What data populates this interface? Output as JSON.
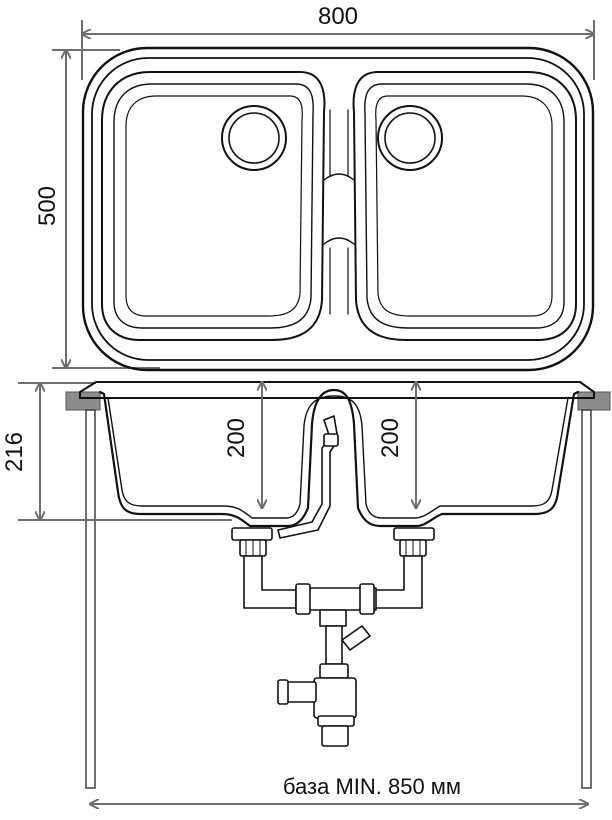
{
  "dimensions": {
    "width": "800",
    "depth": "500",
    "overall_height": "216",
    "bowl_depth_left": "200",
    "bowl_depth_right": "200",
    "cabinet_base": "база MIN. 850 мм"
  },
  "colors": {
    "dimension_line": "#6e6e6e",
    "outline": "#111111",
    "countertop": "#8c8c8c",
    "background": "#ffffff"
  }
}
